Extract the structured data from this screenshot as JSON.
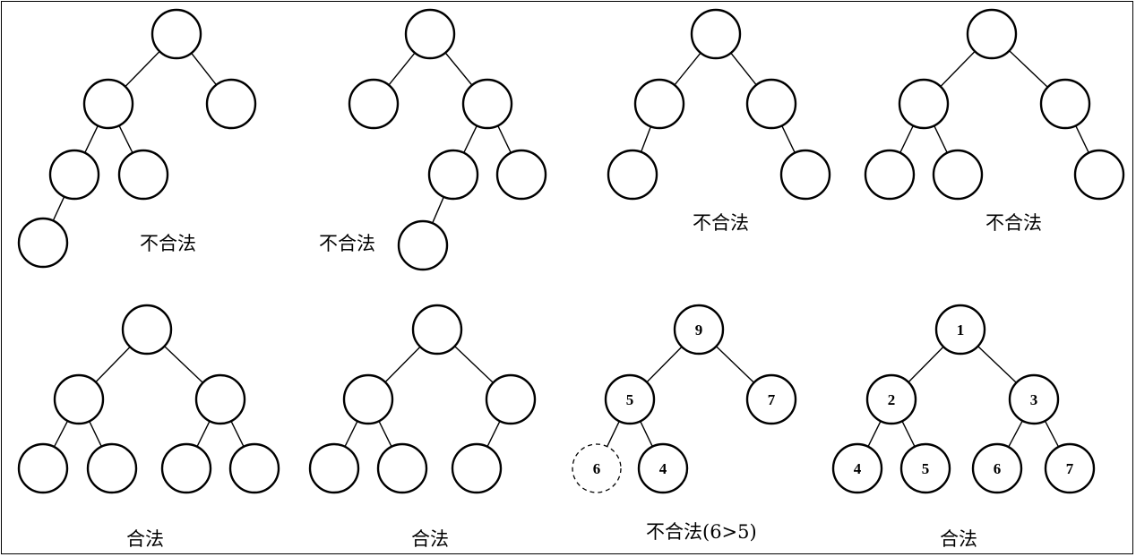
{
  "trees": [
    {
      "caption": "不合法",
      "nodes": [
        {
          "id": "a"
        },
        {
          "id": "b"
        },
        {
          "id": "c"
        },
        {
          "id": "d"
        },
        {
          "id": "e"
        },
        {
          "id": "f"
        }
      ],
      "edges": [
        [
          "a",
          "b"
        ],
        [
          "a",
          "c"
        ],
        [
          "b",
          "d"
        ],
        [
          "b",
          "e"
        ],
        [
          "d",
          "f"
        ]
      ]
    },
    {
      "caption": "不合法",
      "nodes": [
        {
          "id": "a"
        },
        {
          "id": "b"
        },
        {
          "id": "c"
        },
        {
          "id": "d"
        },
        {
          "id": "e"
        },
        {
          "id": "f"
        }
      ],
      "edges": [
        [
          "a",
          "b"
        ],
        [
          "a",
          "c"
        ],
        [
          "c",
          "d"
        ],
        [
          "c",
          "e"
        ],
        [
          "d",
          "f"
        ]
      ]
    },
    {
      "caption": "不合法",
      "nodes": [
        {
          "id": "a"
        },
        {
          "id": "b"
        },
        {
          "id": "c"
        },
        {
          "id": "d"
        },
        {
          "id": "e"
        }
      ],
      "edges": [
        [
          "a",
          "b"
        ],
        [
          "a",
          "c"
        ],
        [
          "b",
          "d"
        ],
        [
          "c",
          "e"
        ]
      ]
    },
    {
      "caption": "不合法",
      "nodes": [
        {
          "id": "a"
        },
        {
          "id": "b"
        },
        {
          "id": "c"
        },
        {
          "id": "d"
        },
        {
          "id": "e"
        },
        {
          "id": "f"
        }
      ],
      "edges": [
        [
          "a",
          "b"
        ],
        [
          "a",
          "c"
        ],
        [
          "b",
          "d"
        ],
        [
          "b",
          "e"
        ],
        [
          "c",
          "f"
        ]
      ]
    },
    {
      "caption": "合法",
      "nodes": [
        {
          "id": "a"
        },
        {
          "id": "b"
        },
        {
          "id": "c"
        },
        {
          "id": "d"
        },
        {
          "id": "e"
        },
        {
          "id": "f"
        },
        {
          "id": "g"
        }
      ],
      "edges": [
        [
          "a",
          "b"
        ],
        [
          "a",
          "c"
        ],
        [
          "b",
          "d"
        ],
        [
          "b",
          "e"
        ],
        [
          "c",
          "f"
        ],
        [
          "c",
          "g"
        ]
      ]
    },
    {
      "caption": "合法",
      "nodes": [
        {
          "id": "a"
        },
        {
          "id": "b"
        },
        {
          "id": "c"
        },
        {
          "id": "d"
        },
        {
          "id": "e"
        },
        {
          "id": "f"
        }
      ],
      "edges": [
        [
          "a",
          "b"
        ],
        [
          "a",
          "c"
        ],
        [
          "b",
          "d"
        ],
        [
          "b",
          "e"
        ],
        [
          "c",
          "f"
        ]
      ]
    },
    {
      "caption": "不合法(6>5)",
      "nodes": [
        {
          "id": "a",
          "label": "9"
        },
        {
          "id": "b",
          "label": "5"
        },
        {
          "id": "c",
          "label": "7"
        },
        {
          "id": "d",
          "label": "6",
          "dashed": true
        },
        {
          "id": "e",
          "label": "4"
        }
      ],
      "edges": [
        [
          "a",
          "b"
        ],
        [
          "a",
          "c"
        ],
        [
          "b",
          "d"
        ],
        [
          "b",
          "e"
        ]
      ]
    },
    {
      "caption": "合法",
      "nodes": [
        {
          "id": "a",
          "label": "1"
        },
        {
          "id": "b",
          "label": "2"
        },
        {
          "id": "c",
          "label": "3"
        },
        {
          "id": "d",
          "label": "4"
        },
        {
          "id": "e",
          "label": "5"
        },
        {
          "id": "f",
          "label": "6"
        },
        {
          "id": "g",
          "label": "7"
        }
      ],
      "edges": [
        [
          "a",
          "b"
        ],
        [
          "a",
          "c"
        ],
        [
          "b",
          "d"
        ],
        [
          "b",
          "e"
        ],
        [
          "c",
          "f"
        ],
        [
          "c",
          "g"
        ]
      ]
    }
  ]
}
